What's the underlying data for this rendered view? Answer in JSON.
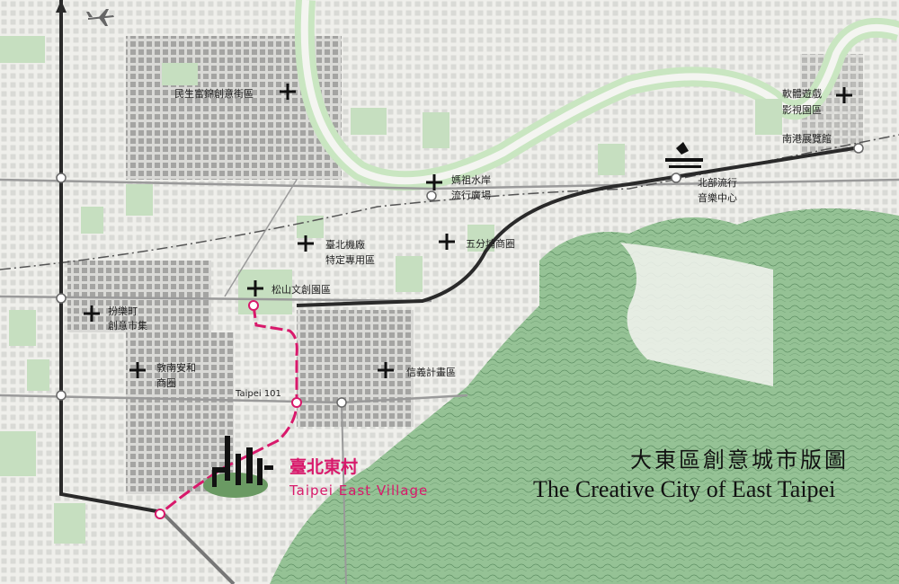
{
  "title": {
    "zh": "大東區創意城市版圖",
    "en": "The Creative City of East Taipei"
  },
  "feature": {
    "zh": "臺北東村",
    "en": "Taipei East Village",
    "color": "#d8196b"
  },
  "landmark": "Taipei 101",
  "places": [
    {
      "id": "minsheng",
      "lines": [
        "民生富錦創意街區"
      ]
    },
    {
      "id": "mazu",
      "lines": [
        "媽祖水岸",
        "流行廣場"
      ]
    },
    {
      "id": "software",
      "lines": [
        "軟體遊戲",
        "影視園區"
      ]
    },
    {
      "id": "nangang",
      "lines": [
        "南港展覽館"
      ]
    },
    {
      "id": "popmusic",
      "lines": [
        "北部流行",
        "音樂中心"
      ]
    },
    {
      "id": "airport",
      "lines": [
        "臺北機廠",
        "特定專用區"
      ]
    },
    {
      "id": "wufenpu",
      "lines": [
        "五分埔商圈"
      ]
    },
    {
      "id": "songshan",
      "lines": [
        "松山文創園區"
      ]
    },
    {
      "id": "fuxing",
      "lines": [
        "扮樂町",
        "創意市集"
      ]
    },
    {
      "id": "dunnan",
      "lines": [
        "敦南安和",
        "商圈"
      ]
    },
    {
      "id": "xinyi",
      "lines": [
        "信義計畫區"
      ]
    }
  ],
  "colors": {
    "river": "#c9e6c1",
    "green": "#c6dfc0",
    "mountain": "#8fbf8f",
    "rail": "#2a2a2a",
    "road": "#9a9a9a",
    "block": "#9c9c9c",
    "background": "#f4f5f1"
  },
  "icons": [
    "airplane-icon",
    "cross-marker-icon",
    "station-node-icon",
    "city-silhouette-icon",
    "bird-icon"
  ]
}
